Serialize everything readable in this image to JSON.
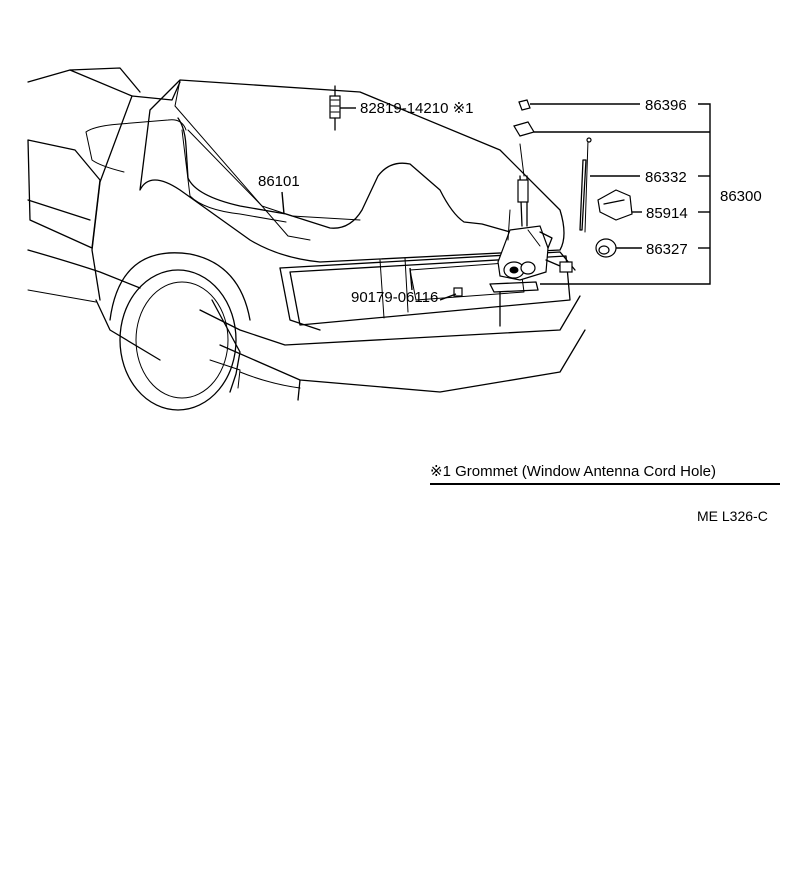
{
  "parts": {
    "p82819": "82819-14210 ※1",
    "p86101": "86101",
    "p90179": "90179-06116",
    "p86396": "86396",
    "p86332": "86332",
    "p85914": "85914",
    "p86327": "86327",
    "p86300": "86300"
  },
  "note": "※1 Grommet (Window Antenna Cord Hole)",
  "ref_code": "ME L326-C"
}
